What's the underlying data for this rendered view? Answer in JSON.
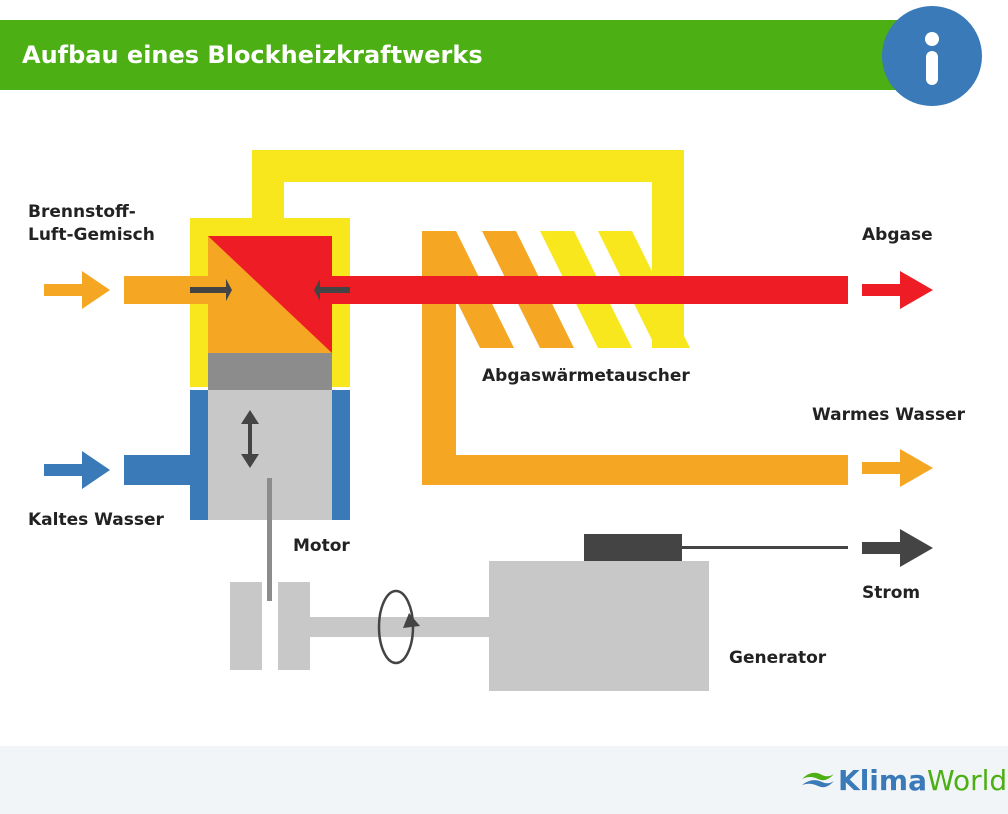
{
  "header": {
    "title": "Aufbau eines Blockheizkraftwerks",
    "info_icon": "info-icon"
  },
  "labels": {
    "fuel_air_mix_line1": "Brennstoff-",
    "fuel_air_mix_line2": "Luft-Gemisch",
    "exhaust": "Abgase",
    "heat_exchanger": "Abgaswärmetauscher",
    "warm_water": "Warmes Wasser",
    "cold_water": "Kaltes Wasser",
    "engine": "Motor",
    "electricity": "Strom",
    "generator": "Generator"
  },
  "footer": {
    "logo_klima": "Klima",
    "logo_world": "World",
    "logo_icon": "klimaworld-logo-icon"
  },
  "colors": {
    "header_green": "#4caf14",
    "info_blue": "#3a7ab8",
    "yellow": "#f8e71c",
    "orange": "#f5a623",
    "red": "#ee1c25",
    "blue": "#3a7ab8",
    "gray_light": "#c8c8c8",
    "gray_mid": "#8c8c8c",
    "gray_dark": "#444444",
    "footer_bg": "#f2f5f8",
    "logo_green": "#4caf14",
    "logo_blue": "#3a7ab8"
  }
}
